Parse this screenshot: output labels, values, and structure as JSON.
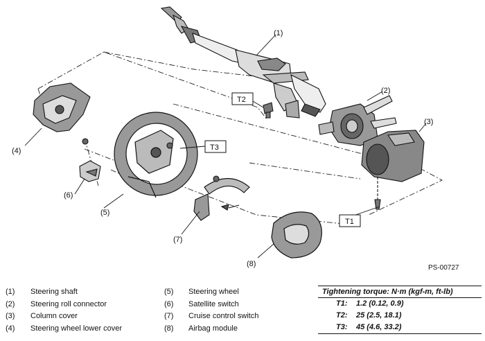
{
  "diagram": {
    "part_callouts": [
      "(1)",
      "(2)",
      "(3)",
      "(4)",
      "(5)",
      "(6)",
      "(7)",
      "(8)"
    ],
    "torque_labels": [
      "T1",
      "T2",
      "T3"
    ],
    "code": "PS-00727"
  },
  "legend": {
    "left": [
      {
        "num": "(1)",
        "name": "Steering shaft"
      },
      {
        "num": "(2)",
        "name": "Steering roll connector"
      },
      {
        "num": "(3)",
        "name": "Column cover"
      },
      {
        "num": "(4)",
        "name": "Steering wheel lower cover"
      }
    ],
    "middle": [
      {
        "num": "(5)",
        "name": "Steering wheel"
      },
      {
        "num": "(6)",
        "name": "Satellite switch"
      },
      {
        "num": "(7)",
        "name": "Cruise control switch"
      },
      {
        "num": "(8)",
        "name": "Airbag module"
      }
    ]
  },
  "torque": {
    "heading": "Tightening torque: N·m (kgf-m, ft-lb)",
    "rows": [
      {
        "label": "T1:",
        "value": "1.2 (0.12, 0.9)"
      },
      {
        "label": "T2:",
        "value": "25 (2.5, 18.1)"
      },
      {
        "label": "T3:",
        "value": "45 (4.6, 33.2)"
      }
    ]
  }
}
